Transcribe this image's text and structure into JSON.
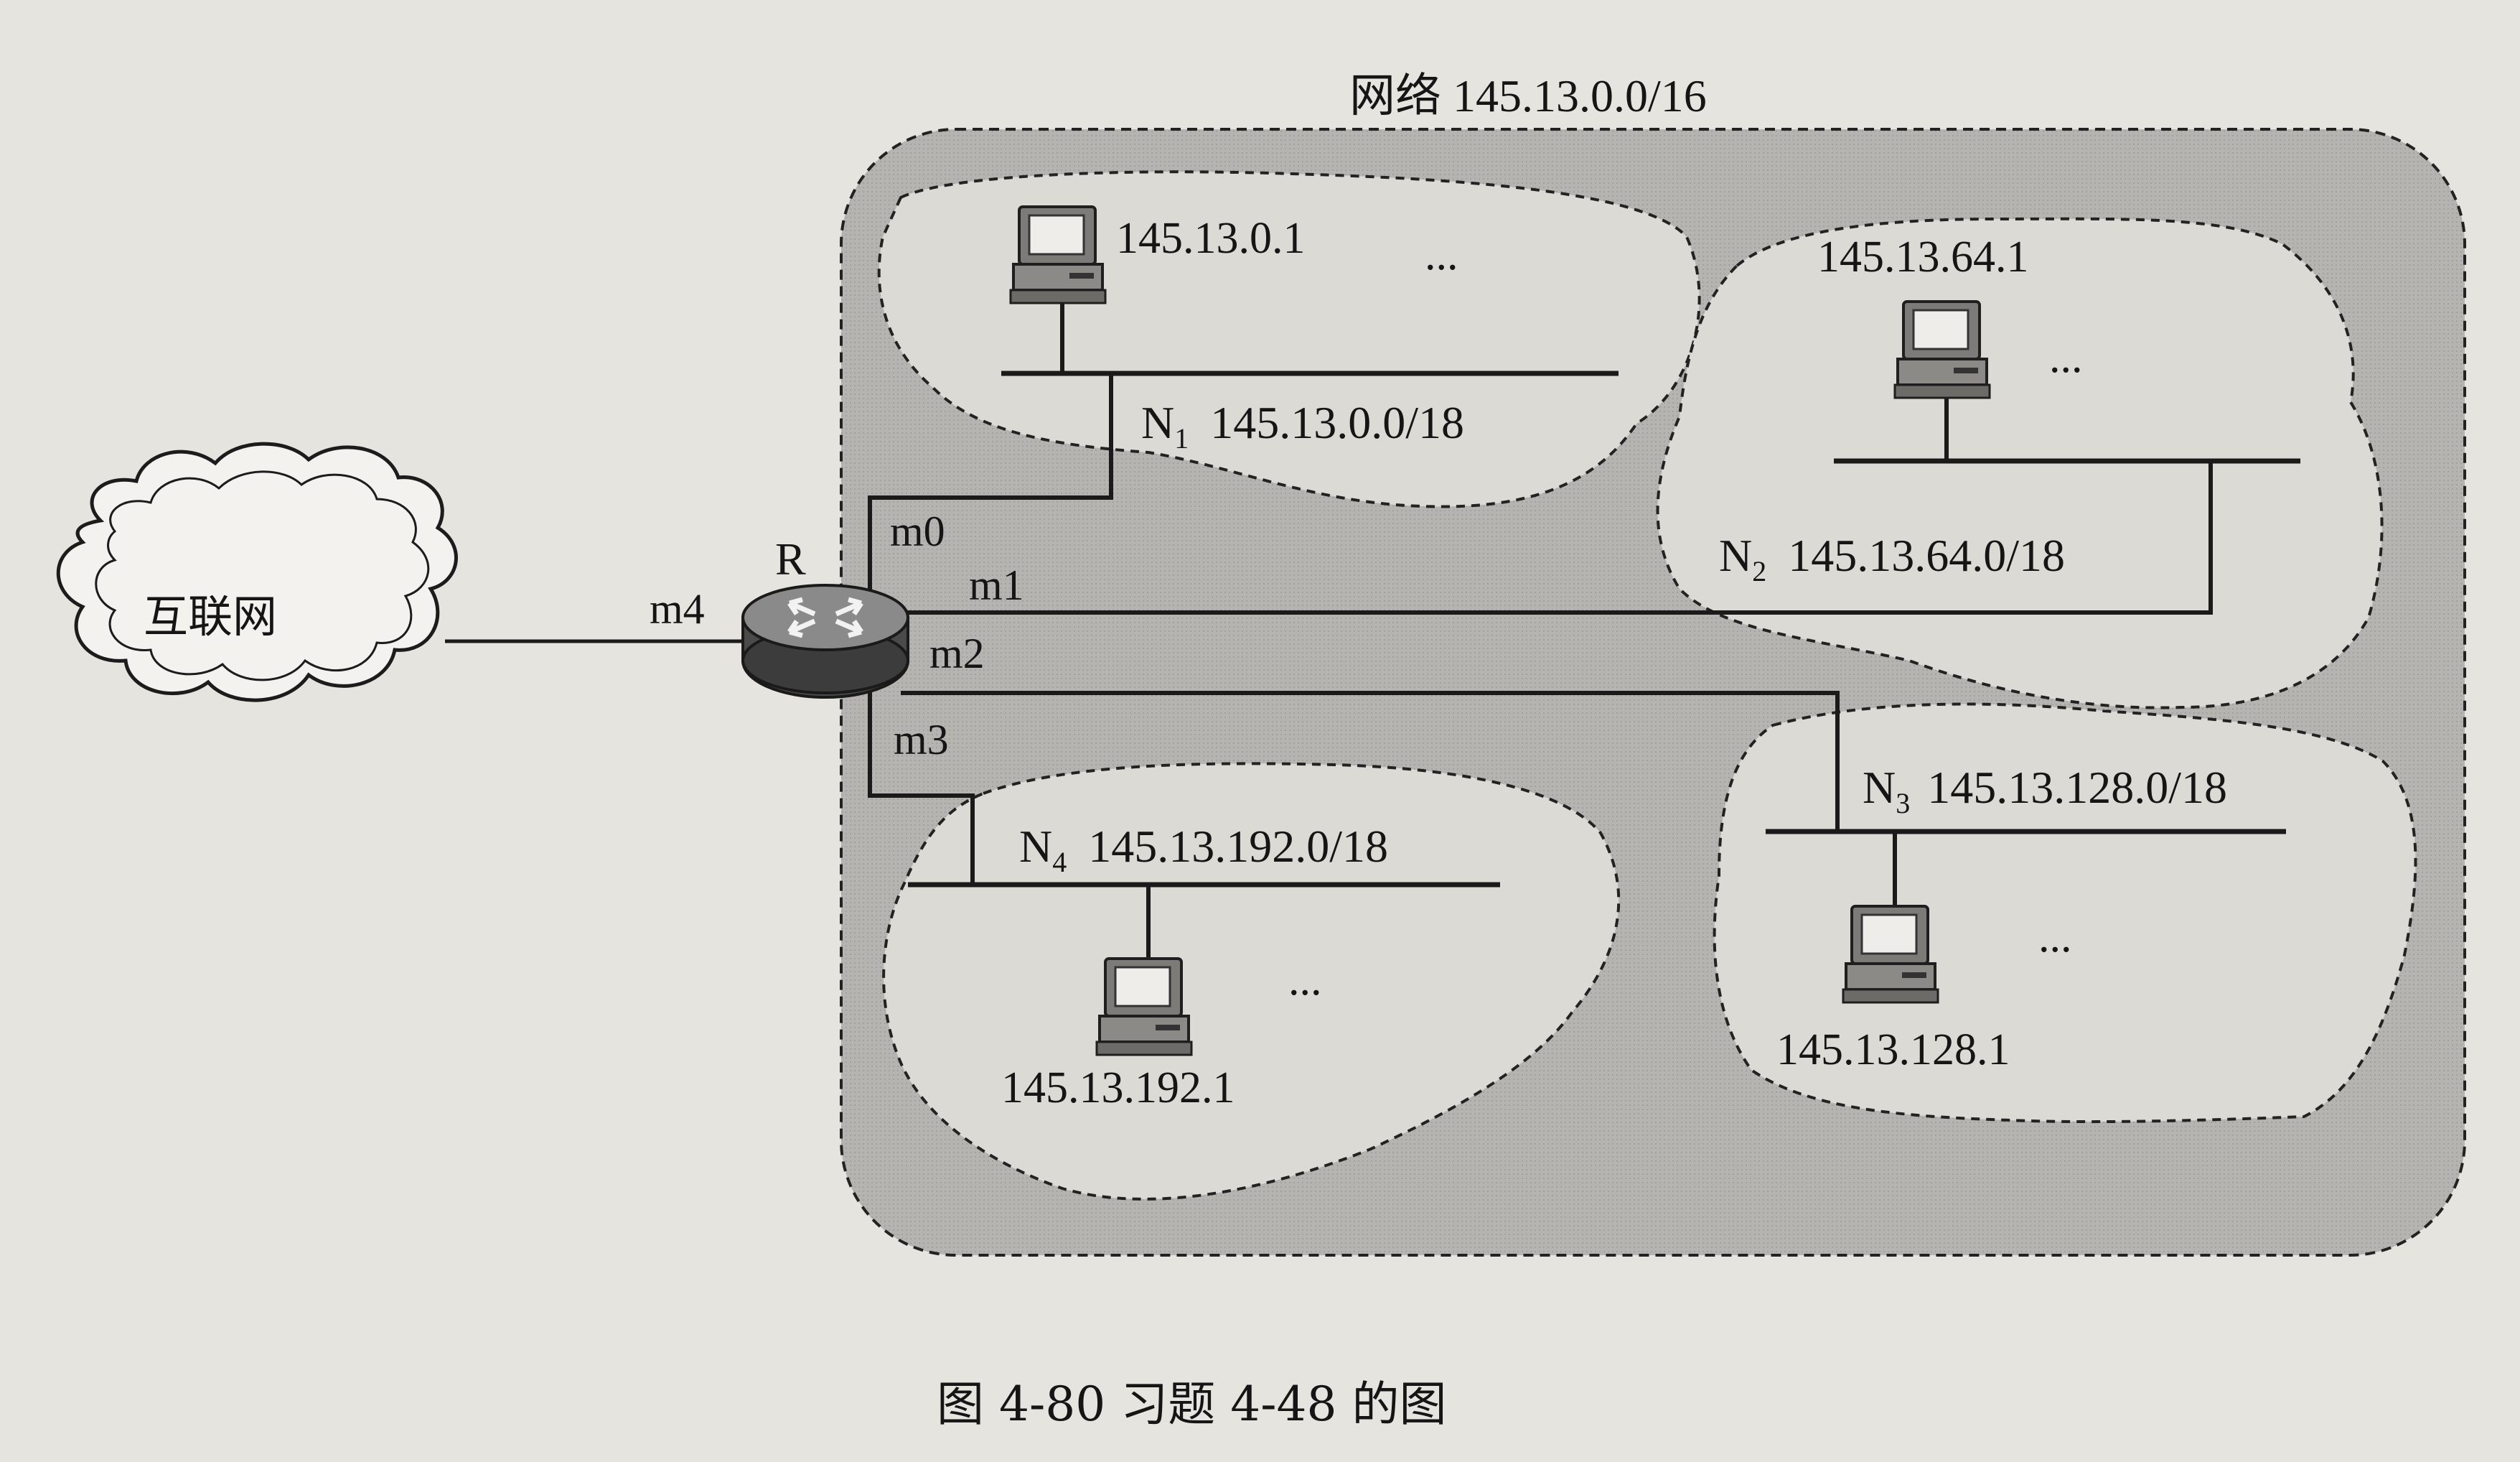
{
  "network": {
    "title": "网络 145.13.0.0/16"
  },
  "internet": {
    "label": "互联网"
  },
  "router": {
    "name": "R",
    "ports": {
      "m0": "m0",
      "m1": "m1",
      "m2": "m2",
      "m3": "m3",
      "m4": "m4"
    }
  },
  "subnets": {
    "n1": {
      "name": "N",
      "sub": "1",
      "prefix": "145.13.0.0/18",
      "host_ip": "145.13.0.1",
      "more": "..."
    },
    "n2": {
      "name": "N",
      "sub": "2",
      "prefix": "145.13.64.0/18",
      "host_ip": "145.13.64.1",
      "more": "..."
    },
    "n3": {
      "name": "N",
      "sub": "3",
      "prefix": "145.13.128.0/18",
      "host_ip": "145.13.128.1",
      "more": "..."
    },
    "n4": {
      "name": "N",
      "sub": "4",
      "prefix": "145.13.192.0/18",
      "host_ip": "145.13.192.1",
      "more": "..."
    }
  },
  "caption": {
    "text": "图 4-80    习题 4-48 的图"
  }
}
